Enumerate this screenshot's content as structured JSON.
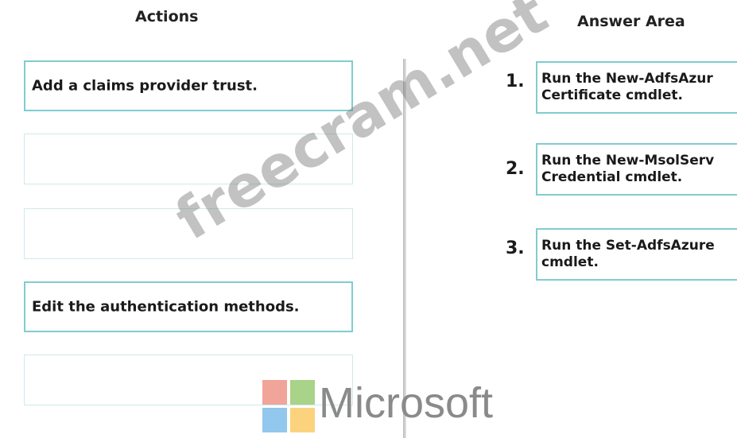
{
  "actions": {
    "heading": "Actions",
    "items": [
      {
        "label": "Add a claims provider trust."
      },
      {
        "label": ""
      },
      {
        "label": ""
      },
      {
        "label": "Edit the authentication methods."
      },
      {
        "label": ""
      }
    ]
  },
  "answer_area": {
    "heading": "Answer Area",
    "items": [
      {
        "number": "1.",
        "label": "Run the New-AdfsAzur\nCertificate cmdlet."
      },
      {
        "number": "2.",
        "label": "Run the New-MsolServ\nCredential cmdlet."
      },
      {
        "number": "3.",
        "label": "Run the Set-AdfsAzure\ncmdlet."
      }
    ]
  },
  "watermark": {
    "text": "freecram.net"
  },
  "logo": {
    "word": "Microsoft",
    "colors": [
      "#f1a49a",
      "#a9d389",
      "#92c7ee",
      "#fbd37f"
    ]
  }
}
